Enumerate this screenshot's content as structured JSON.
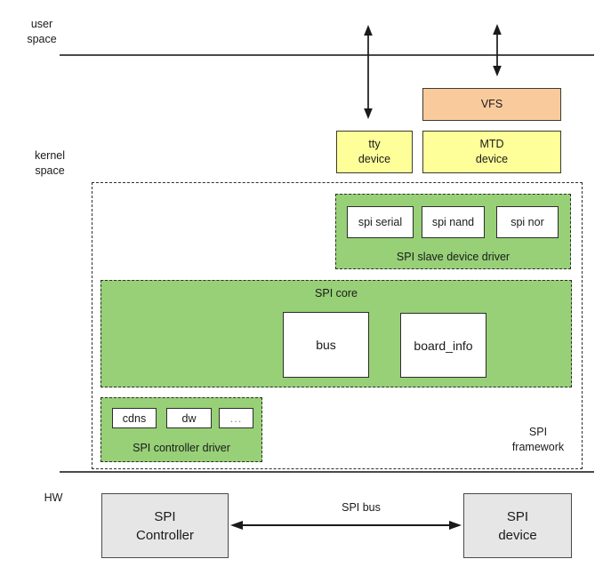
{
  "labels": {
    "user_space": "user\nspace",
    "kernel_space": "kernel\nspace",
    "hw": "HW"
  },
  "kernel_boxes": {
    "vfs": "VFS",
    "tty_device": "tty\ndevice",
    "mtd_device": "MTD\ndevice"
  },
  "framework": {
    "label": "SPI\nframework",
    "slave_driver": {
      "label": "SPI slave device driver",
      "modules": [
        "spi serial",
        "spi nand",
        "spi nor"
      ]
    },
    "core": {
      "label": "SPI core",
      "modules": [
        "bus",
        "board_info"
      ]
    },
    "controller_driver": {
      "label": "SPI controller driver",
      "modules": [
        "cdns",
        "dw",
        "..."
      ]
    }
  },
  "hardware": {
    "controller": "SPI\nController",
    "device": "SPI\ndevice",
    "bus_label": "SPI bus"
  },
  "icons": {
    "user_tty_arrow": "double-arrow-vertical",
    "user_vfs_arrow": "double-arrow-vertical",
    "spi_bus_arrow": "double-arrow-horizontal"
  },
  "colors": {
    "green": "#97D077",
    "yellow": "#FFFF99",
    "orange": "#F9CB9C",
    "gray": "#E6E6E6",
    "line": "#4a4a4a",
    "text": "#1a1a1a"
  }
}
